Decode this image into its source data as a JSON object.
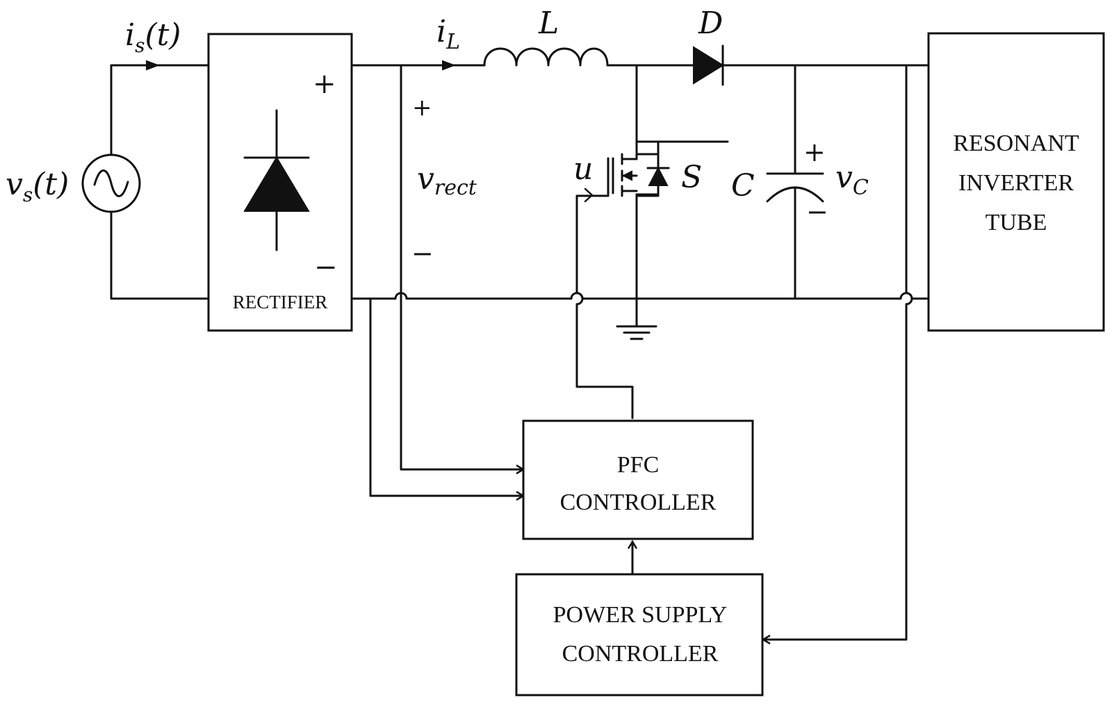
{
  "source": {
    "symbol_main": "v",
    "symbol_sub": "s",
    "symbol_arg": "(t)"
  },
  "source_current": {
    "symbol_main": "i",
    "symbol_sub": "s",
    "symbol_arg": "(t)"
  },
  "rectifier": {
    "label": "RECTIFIER",
    "plus": "+",
    "minus": "−"
  },
  "rect_voltage": {
    "symbol_main": "v",
    "symbol_sub": "rect",
    "plus": "+",
    "minus": "−"
  },
  "inductor_current": {
    "symbol_main": "i",
    "symbol_sub": "L"
  },
  "inductor": {
    "symbol": "L"
  },
  "diode": {
    "symbol": "D"
  },
  "switch": {
    "symbol": "S",
    "gate_symbol": "u"
  },
  "capacitor": {
    "symbol": "C",
    "voltage_main": "v",
    "voltage_sub": "C",
    "plus": "+",
    "minus": "−"
  },
  "load": {
    "lines": [
      "RESONANT",
      "INVERTER",
      "TUBE"
    ]
  },
  "pfc_controller": {
    "lines": [
      "PFC",
      "CONTROLLER"
    ]
  },
  "power_supply_controller": {
    "lines": [
      "POWER SUPPLY",
      "CONTROLLER"
    ]
  }
}
